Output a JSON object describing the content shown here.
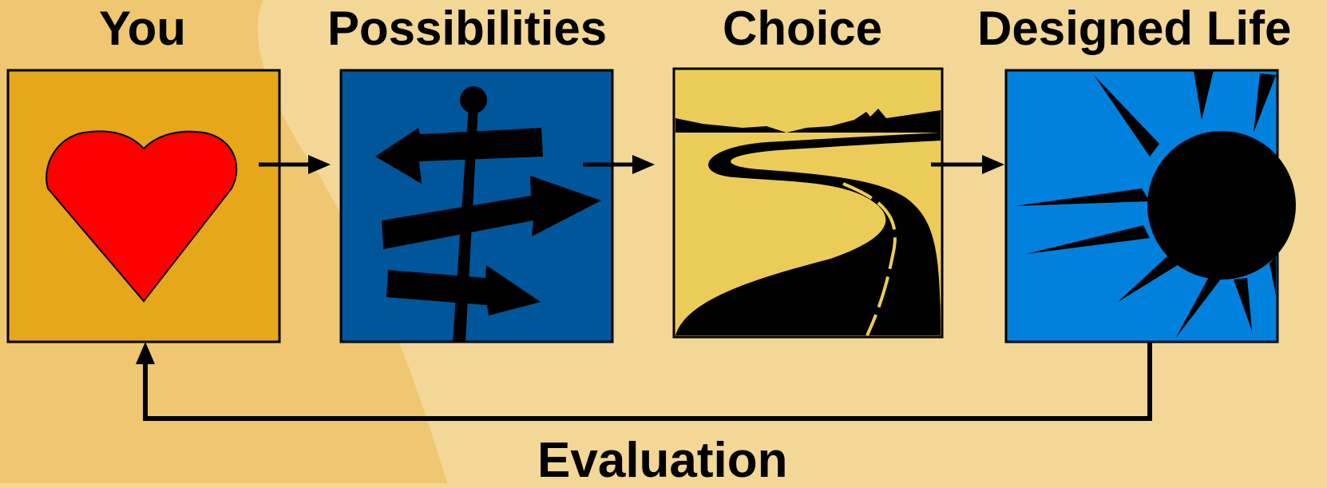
{
  "stages": {
    "you": {
      "label": "You",
      "icon": "heart-icon"
    },
    "possibilities": {
      "label": "Possibilities",
      "icon": "signpost-icon"
    },
    "choice": {
      "label": "Choice",
      "icon": "road-icon"
    },
    "designed_life": {
      "label": "Designed Life",
      "icon": "sun-icon"
    }
  },
  "feedback": {
    "label": "Evaluation"
  },
  "colors": {
    "background": "#f3d796",
    "background_shape": "#ecc263",
    "you_box": "#e6a71b",
    "heart": "#ff0000",
    "possibilities_box": "#00569a",
    "choice_box": "#eccc58",
    "designed_life_box": "#0081de",
    "ink": "#000000"
  }
}
